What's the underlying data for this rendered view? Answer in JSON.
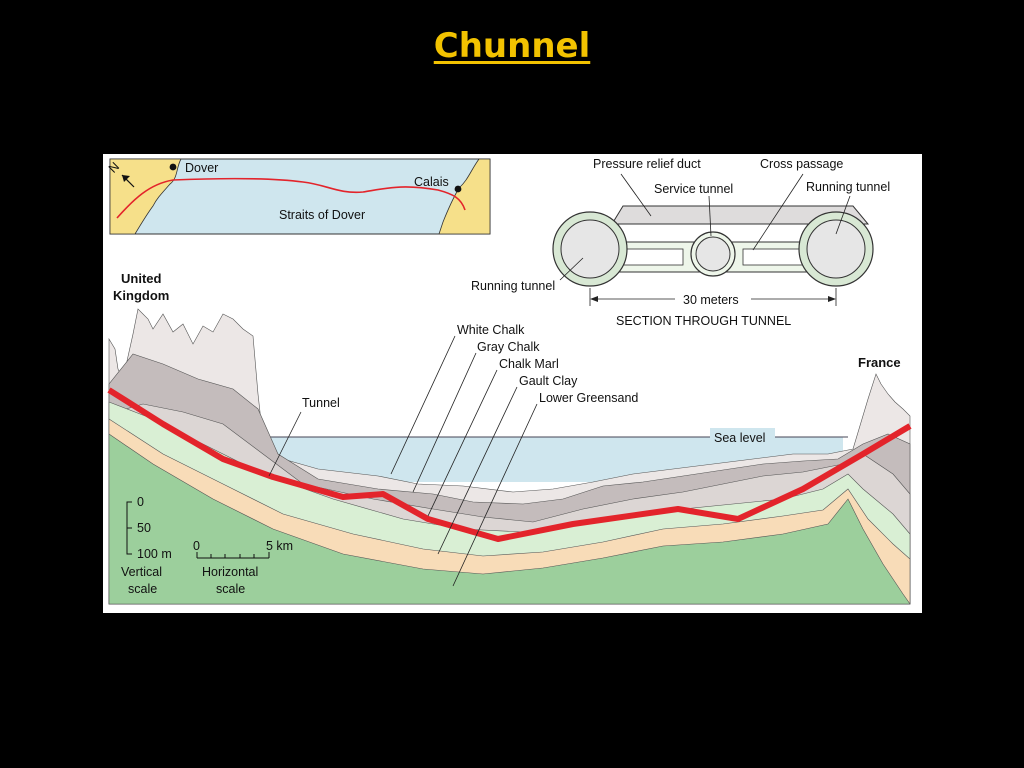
{
  "title": "Chunnel",
  "inset_map": {
    "north_label": "N",
    "dover": "Dover",
    "calais": "Calais",
    "strait": "Straits of Dover"
  },
  "section": {
    "pressure_relief_duct": "Pressure relief duct",
    "cross_passage": "Cross passage",
    "service_tunnel": "Service tunnel",
    "running_tunnel_right": "Running tunnel",
    "running_tunnel_left": "Running tunnel",
    "width": "30 meters",
    "caption": "SECTION THROUGH TUNNEL"
  },
  "profile": {
    "uk_line1": "United",
    "uk_line2": "Kingdom",
    "france": "France",
    "tunnel": "Tunnel",
    "sea_level": "Sea level",
    "layers": [
      "White Chalk",
      "Gray Chalk",
      "Chalk Marl",
      "Gault Clay",
      "Lower Greensand"
    ]
  },
  "scales": {
    "v_0": "0",
    "v_50": "50",
    "v_100": "100 m",
    "v_label1": "Vertical",
    "v_label2": "scale",
    "h_0": "0",
    "h_5": "5 km",
    "h_label1": "Horizontal",
    "h_label2": "scale"
  },
  "colors": {
    "title": "#f2c200",
    "tunnel_line": "#e3242b",
    "sea": "#cfe6ee",
    "land": "#f6e08a",
    "green": "#9ccf9c",
    "sand": "#f8dcb8",
    "gray_chalk": "#c4bcbc",
    "white_chalk": "#ece7e6"
  }
}
